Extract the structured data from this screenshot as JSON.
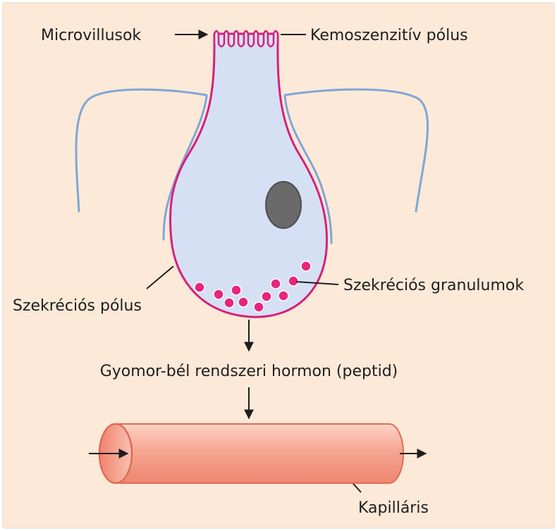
{
  "labels": {
    "microvilli": "Microvillusok",
    "chemosensitive_pole": "Kemoszenzitív pólus",
    "secretory_granules": "Szekréciós granulumok",
    "secretory_pole": "Szekréciós pólus",
    "hormone": "Gyomor-bél rendszeri hormon (peptid)",
    "capillary": "Kapilláris"
  },
  "colors": {
    "background": "#fce9d8",
    "cell_fill": "#d6e0f4",
    "cell_membrane": "#d6207a",
    "granule": "#e8247e",
    "nucleus": "#6a6a6a",
    "neighbor_cell_line": "#7fa6d6",
    "capillary_fill": "#f7b4a2",
    "capillary_outline": "#e06a55",
    "text": "#1e1e1e"
  }
}
